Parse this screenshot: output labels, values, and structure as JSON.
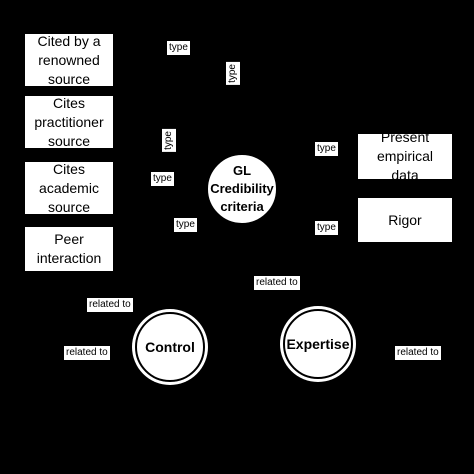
{
  "diagram": {
    "center_node": "GL Credibility criteria",
    "left_nodes": [
      "Cited by a renowned source",
      "Cites practitioner source",
      "Cites academic source",
      "Peer interaction"
    ],
    "right_nodes": [
      "Present empirical data",
      "Rigor"
    ],
    "bottom_nodes": [
      "Control",
      "Expertise"
    ],
    "edge_labels": {
      "type": "type",
      "related": "related to"
    }
  }
}
